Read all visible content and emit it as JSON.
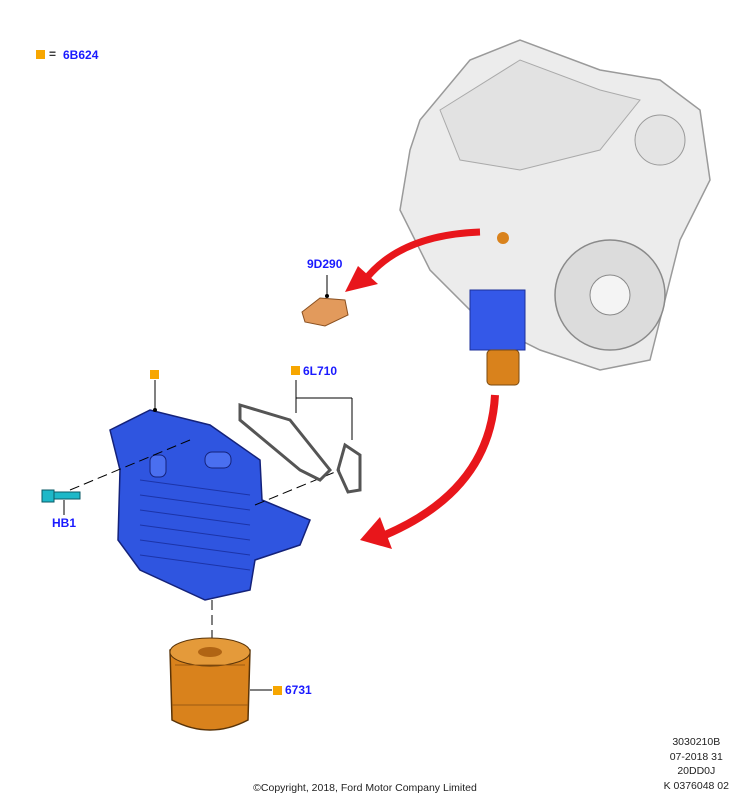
{
  "legend": {
    "symbol_color": "#f7a600",
    "equals": "=",
    "part": "6B624"
  },
  "callouts": {
    "sensor": "9D290",
    "gasket": "6L710",
    "bolt": "HB1",
    "filter": "6731"
  },
  "colors": {
    "arrow": "#e8161b",
    "cooler": "#2f55e0",
    "filter": "#d9821c",
    "label": "#1a1aff"
  },
  "code_block": [
    "3030210B",
    "07-2018 31",
    "20DD0J",
    "K 0376048 02"
  ],
  "copyright": "©Copyright, 2018, Ford Motor Company Limited"
}
